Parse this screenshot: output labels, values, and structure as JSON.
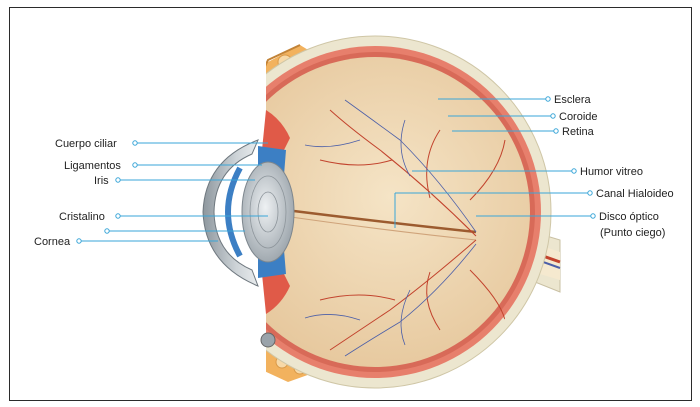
{
  "diagram": {
    "left_labels": [
      {
        "id": "cuerpo-ciliar",
        "text": "Cuerpo ciliar"
      },
      {
        "id": "ligamentos",
        "text": "Ligamentos"
      },
      {
        "id": "iris",
        "text": "Iris"
      },
      {
        "id": "cristalino",
        "text": "Cristalino"
      },
      {
        "id": "cornea",
        "text": "Cornea"
      }
    ],
    "right_labels": [
      {
        "id": "esclera",
        "text": "Esclera"
      },
      {
        "id": "coroide",
        "text": "Coroide"
      },
      {
        "id": "retina",
        "text": "Retina"
      },
      {
        "id": "humor-vitreo",
        "text": "Humor vitreo"
      },
      {
        "id": "canal-hialoideo",
        "text": "Canal Hialoideo"
      },
      {
        "id": "disco-optico",
        "text": "Disco óptico"
      },
      {
        "id": "punto-ciego",
        "text": "(Punto ciego)"
      }
    ],
    "colors": {
      "leader_line": "#3aa6d8",
      "sclera": "#ece6cf",
      "choroid": "#e77f6c",
      "vitreous": "#efd8b6",
      "fat_tissue": "#f2b25e",
      "iris_blue": "#3c7fc4",
      "lens": "#b8bfc4",
      "vessel_red": "#c2432d",
      "vessel_blue": "#4c5fa8"
    }
  }
}
